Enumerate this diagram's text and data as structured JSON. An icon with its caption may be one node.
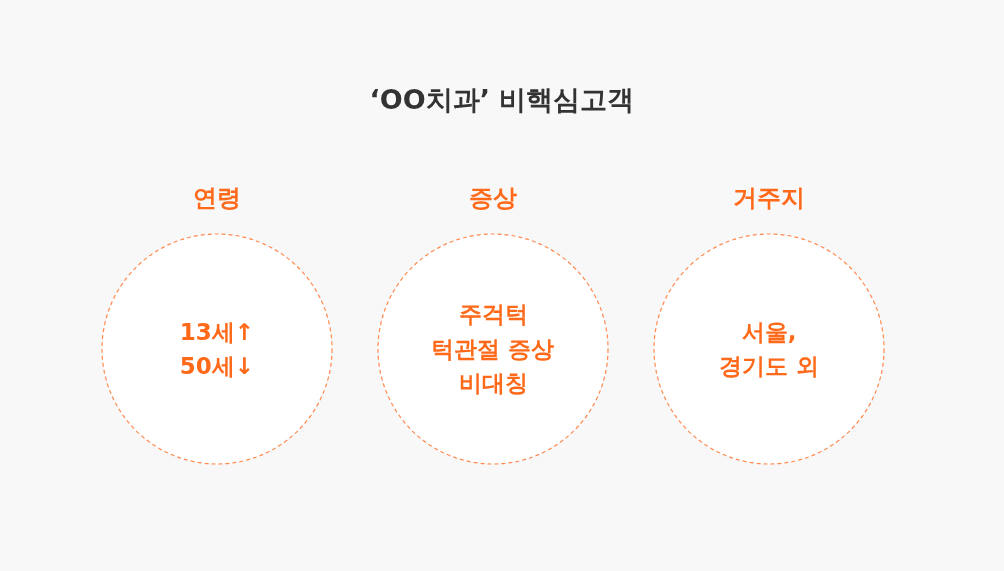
{
  "diagram": {
    "title": "‘OO치과’ 비핵심고객",
    "nodes": [
      {
        "text": [
          "연령",
          "13세↑ 50세↓"
        ]
      },
      {
        "text": [
          "증상",
          "주걱턱 턱관절 증상 비대칭"
        ]
      },
      {
        "text": [
          "거주지",
          "서울, 경기도 외"
        ]
      }
    ]
  }
}
